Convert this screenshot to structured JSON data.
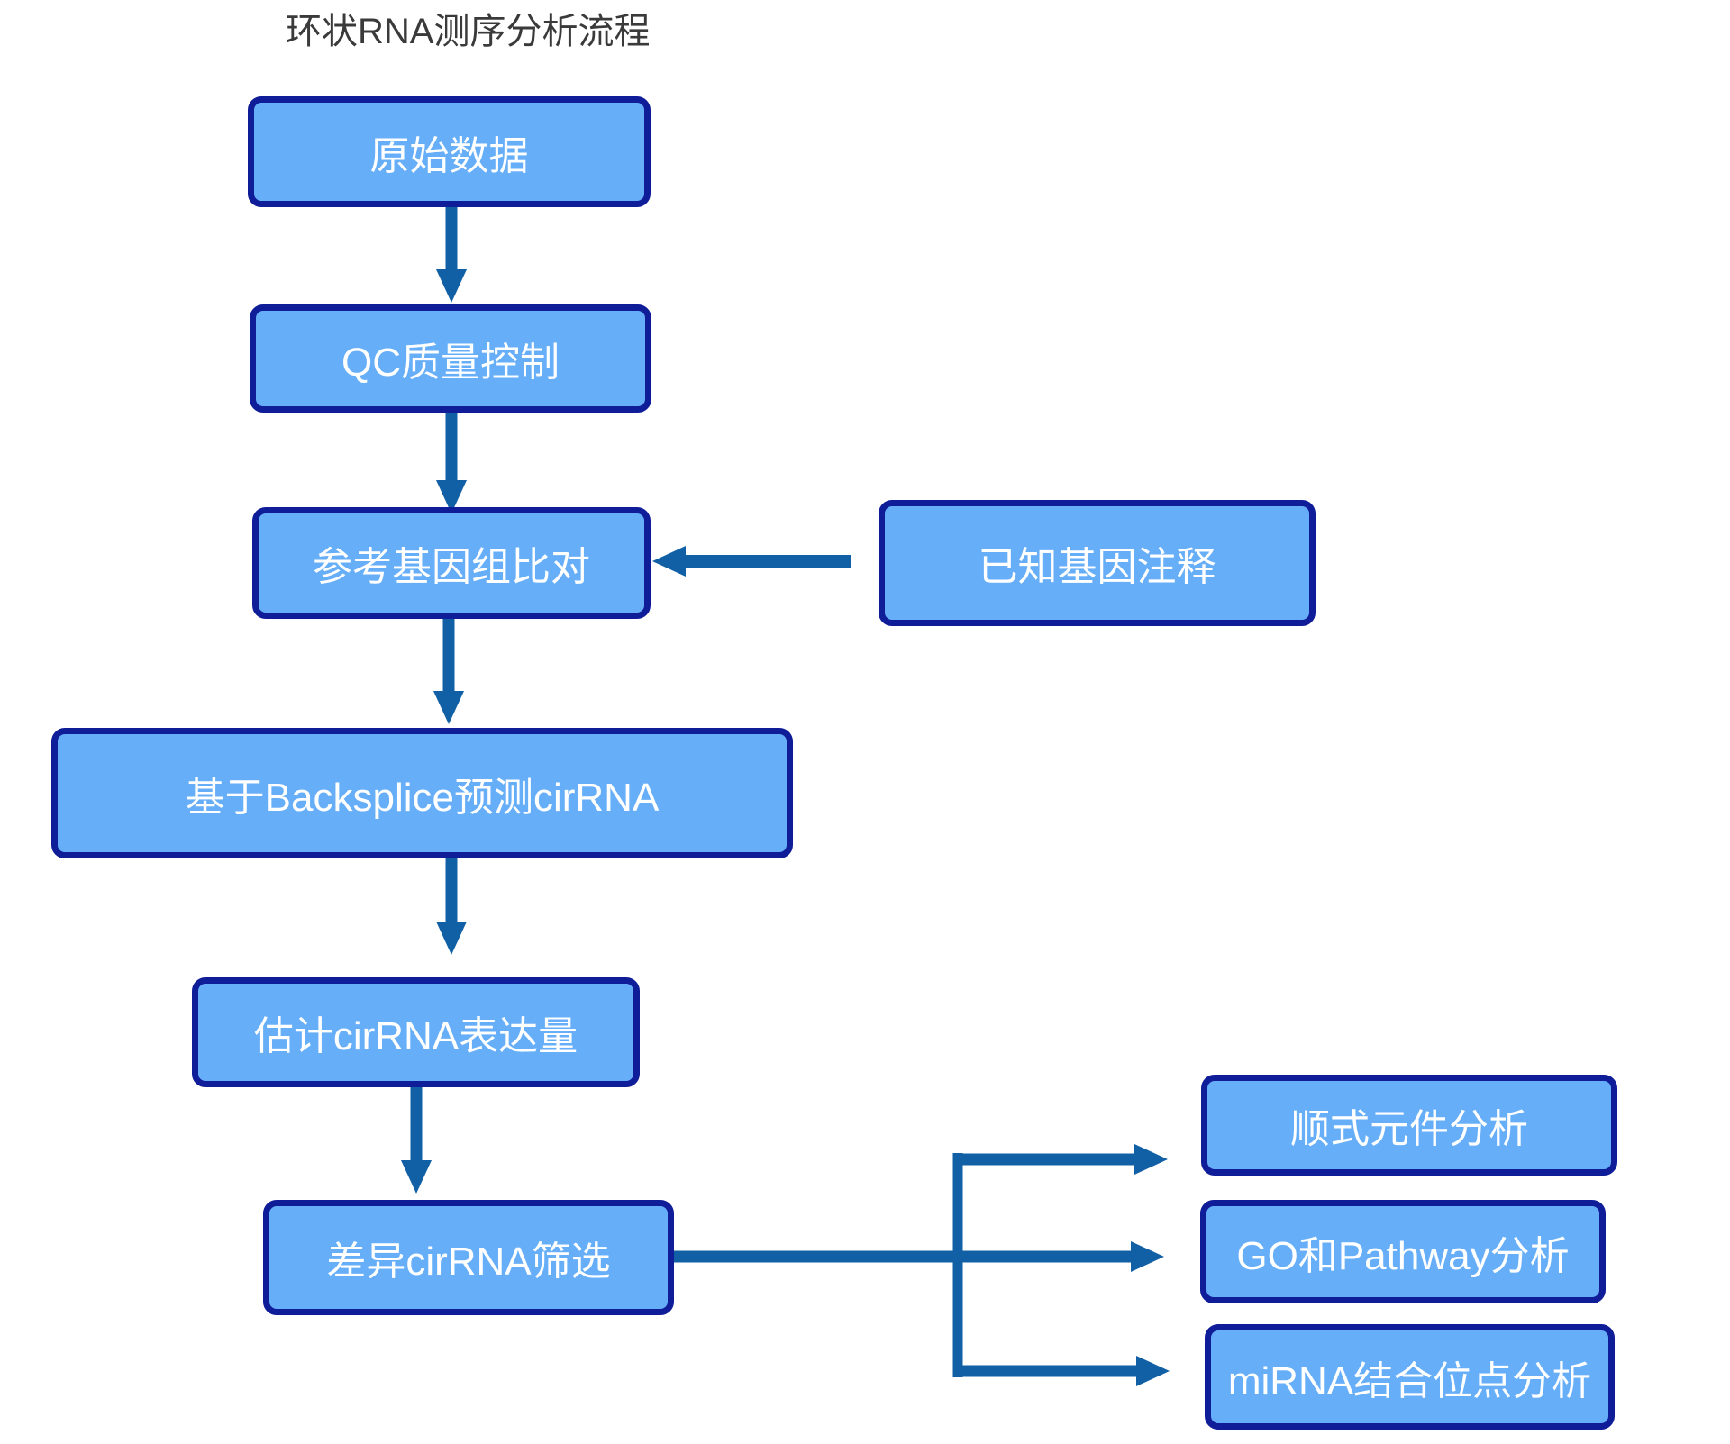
{
  "title": "环状RNA测序分析流程",
  "colors": {
    "box_fill": "#66aef8",
    "box_border": "#101d99",
    "arrow": "#1160a5",
    "title_text": "#3a3a3a",
    "box_text": "#ffffff",
    "background": "#ffffff"
  },
  "nodes": {
    "raw_data": "原始数据",
    "qc": "QC质量控制",
    "genome_align": "参考基因组比对",
    "known_annotation": "已知基因注释",
    "backsplice_predict": "基于Backsplice预测cirRNA",
    "expression_estimate": "估计cirRNA表达量",
    "diff_screen": "差异cirRNA筛选",
    "cis_element": "顺式元件分析",
    "go_pathway": "GO和Pathway分析",
    "mirna_binding": "miRNA结合位点分析"
  },
  "edges": [
    {
      "from": "raw_data",
      "to": "qc"
    },
    {
      "from": "qc",
      "to": "genome_align"
    },
    {
      "from": "known_annotation",
      "to": "genome_align"
    },
    {
      "from": "genome_align",
      "to": "backsplice_predict"
    },
    {
      "from": "backsplice_predict",
      "to": "expression_estimate"
    },
    {
      "from": "expression_estimate",
      "to": "diff_screen"
    },
    {
      "from": "diff_screen",
      "to": "cis_element"
    },
    {
      "from": "diff_screen",
      "to": "go_pathway"
    },
    {
      "from": "diff_screen",
      "to": "mirna_binding"
    }
  ]
}
